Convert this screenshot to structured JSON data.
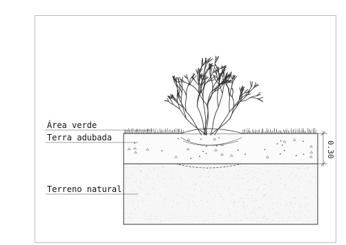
{
  "labels": {
    "area_verde": "Área verde",
    "terra_adubada": "Terra adubada",
    "terreno_natural": "Terreno natural"
  },
  "dimension": {
    "depth": "0.30"
  }
}
